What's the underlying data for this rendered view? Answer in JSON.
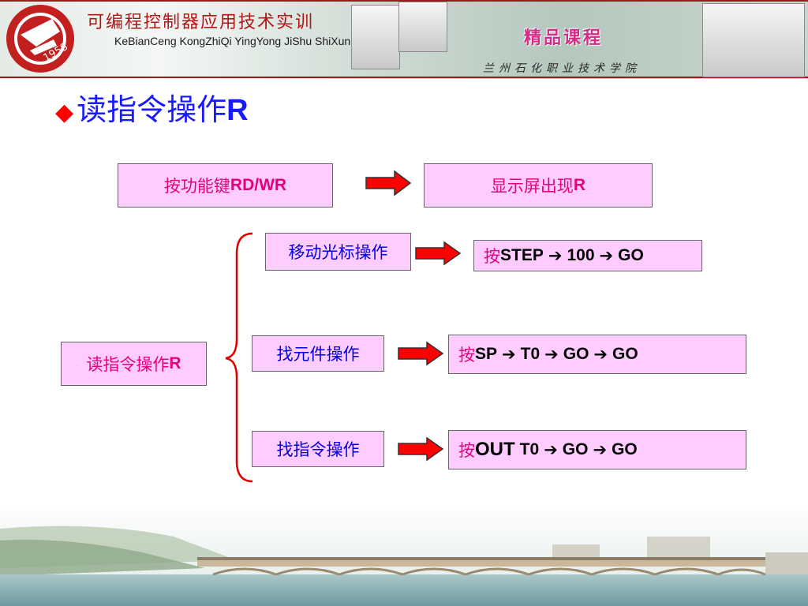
{
  "banner": {
    "title_cn": "可编程控制器应用技术实训",
    "subtitle_pinyin": "KeBianCeng  KongZhiQi  YingYong  JiShu  ShiXun",
    "quality_badge": "精品课程",
    "school": "兰州石化职业技术学院",
    "logo_text": "1958"
  },
  "heading": {
    "bullet": "◆",
    "text_cn": "读指令操作",
    "text_latin": "R"
  },
  "row1": {
    "left": {
      "cn": "按功能键",
      "key": "RD/WR"
    },
    "right": {
      "cn": "显示屏出现",
      "key": "R"
    }
  },
  "root": {
    "cn": "读指令操作",
    "key": "R"
  },
  "branches": [
    {
      "label": "移动光标操作",
      "press": "按",
      "seq": [
        "STEP",
        "100",
        "GO"
      ]
    },
    {
      "label": "找元件操作",
      "press": "按",
      "seq": [
        "SP",
        "T0",
        "GO",
        "GO"
      ]
    },
    {
      "label": "找指令操作",
      "press": "按",
      "seq": [
        "OUT",
        "T0",
        "GO",
        "GO"
      ]
    }
  ],
  "arrow_glyph": "➔",
  "colors": {
    "box_fill": "#ffccff",
    "heading_blue": "#1a1aff",
    "pink_text": "#e6007e",
    "arrow_red": "#ff0000"
  }
}
